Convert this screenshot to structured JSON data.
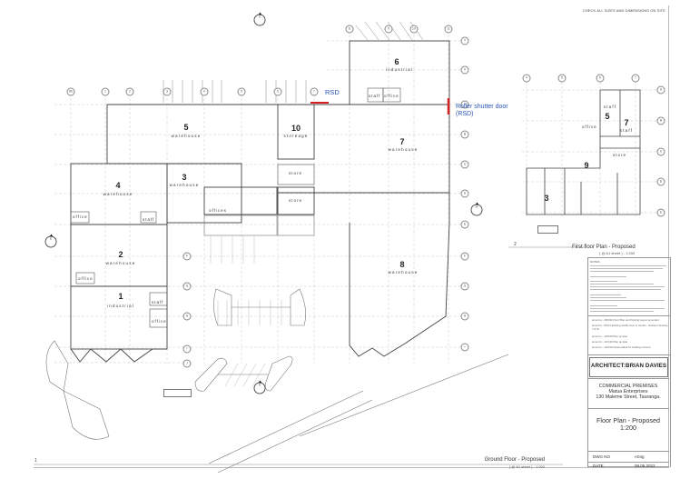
{
  "sheet": {
    "top_note": "CHECK ALL SIZES AND DIMENSIONS ON SITE"
  },
  "ground_floor": {
    "view_number": "1",
    "title": "Ground Floor - Proposed",
    "scale": "( @ A1 sheet ) - 1:200",
    "rooms": [
      {
        "num": "1",
        "label": "industrial"
      },
      {
        "num": "2",
        "label": "warehouse"
      },
      {
        "num": "3",
        "label": "warehouse"
      },
      {
        "num": "4",
        "label": "warehouse"
      },
      {
        "num": "5",
        "label": "warehouse"
      },
      {
        "num": "6",
        "label": "industrial"
      },
      {
        "num": "7",
        "label": "warehouse"
      },
      {
        "num": "8",
        "label": "warehouse"
      },
      {
        "num": "10",
        "label": "storeage"
      }
    ],
    "sub_rooms": {
      "office": "office",
      "offices": "offices",
      "staff": "staff",
      "store": "store"
    },
    "grid_columns": [
      "8b",
      "1",
      "2",
      "3",
      "4",
      "5",
      "6",
      "7",
      "8",
      "9",
      "10",
      "11"
    ],
    "grid_rows": [
      "Y",
      "X",
      "A",
      "B",
      "C",
      "D",
      "E",
      "F",
      "G",
      "H",
      "I",
      "J"
    ],
    "annotation": {
      "rsd_tag": "RSD",
      "rsd_note_line1": "Roller shutter door",
      "rsd_note_line2": "(RSD)",
      "color": "#2a56b8",
      "door_color": "#d42020"
    },
    "compass_labels": [
      "S",
      "E",
      "W",
      "N"
    ]
  },
  "first_floor": {
    "view_number": "2",
    "title": "First floor Plan - Proposed",
    "scale": "( @ A1 sheet ) - 1:200",
    "rooms": [
      {
        "num": "3",
        "label": ""
      },
      {
        "num": "5",
        "label": "staff"
      },
      {
        "num": "7",
        "label": "staff"
      },
      {
        "num": "9",
        "label": ""
      }
    ],
    "sub_rooms": {
      "office": "office",
      "store": "store"
    },
    "grid_columns": [
      "4",
      "5",
      "6",
      "7"
    ],
    "grid_rows": [
      "A",
      "B",
      "C",
      "D",
      "E"
    ]
  },
  "title_block": {
    "notes_heading": "NOTES:",
    "revisions": [
      "amend a - 28/6/22 Floor Plan and Parking Layout amended",
      "amend b - 8/2/11 Existing double door to remain - between Tenancy 7 & 10",
      "amend c - 13/9/18 Plan up date",
      "amend d - 13/1/19 Plan up date",
      "amend e - 13/9/19 Notes added for building consent"
    ],
    "architect": "ARCHITECT:BRIAN DAVIES",
    "project_line1": "COMMERCIAL PREMISES",
    "project_line2": "Matua Enterprises",
    "project_line3": "130 Maleme Street, Tauranga.",
    "drawing_title_line1": "Floor Plan - Proposed",
    "drawing_title_line2": "1:200",
    "dwg_no_label": "DWG NO",
    "dwg_no_value": "A04g",
    "date_label": "DATE",
    "date_value": "09.05.2022"
  }
}
